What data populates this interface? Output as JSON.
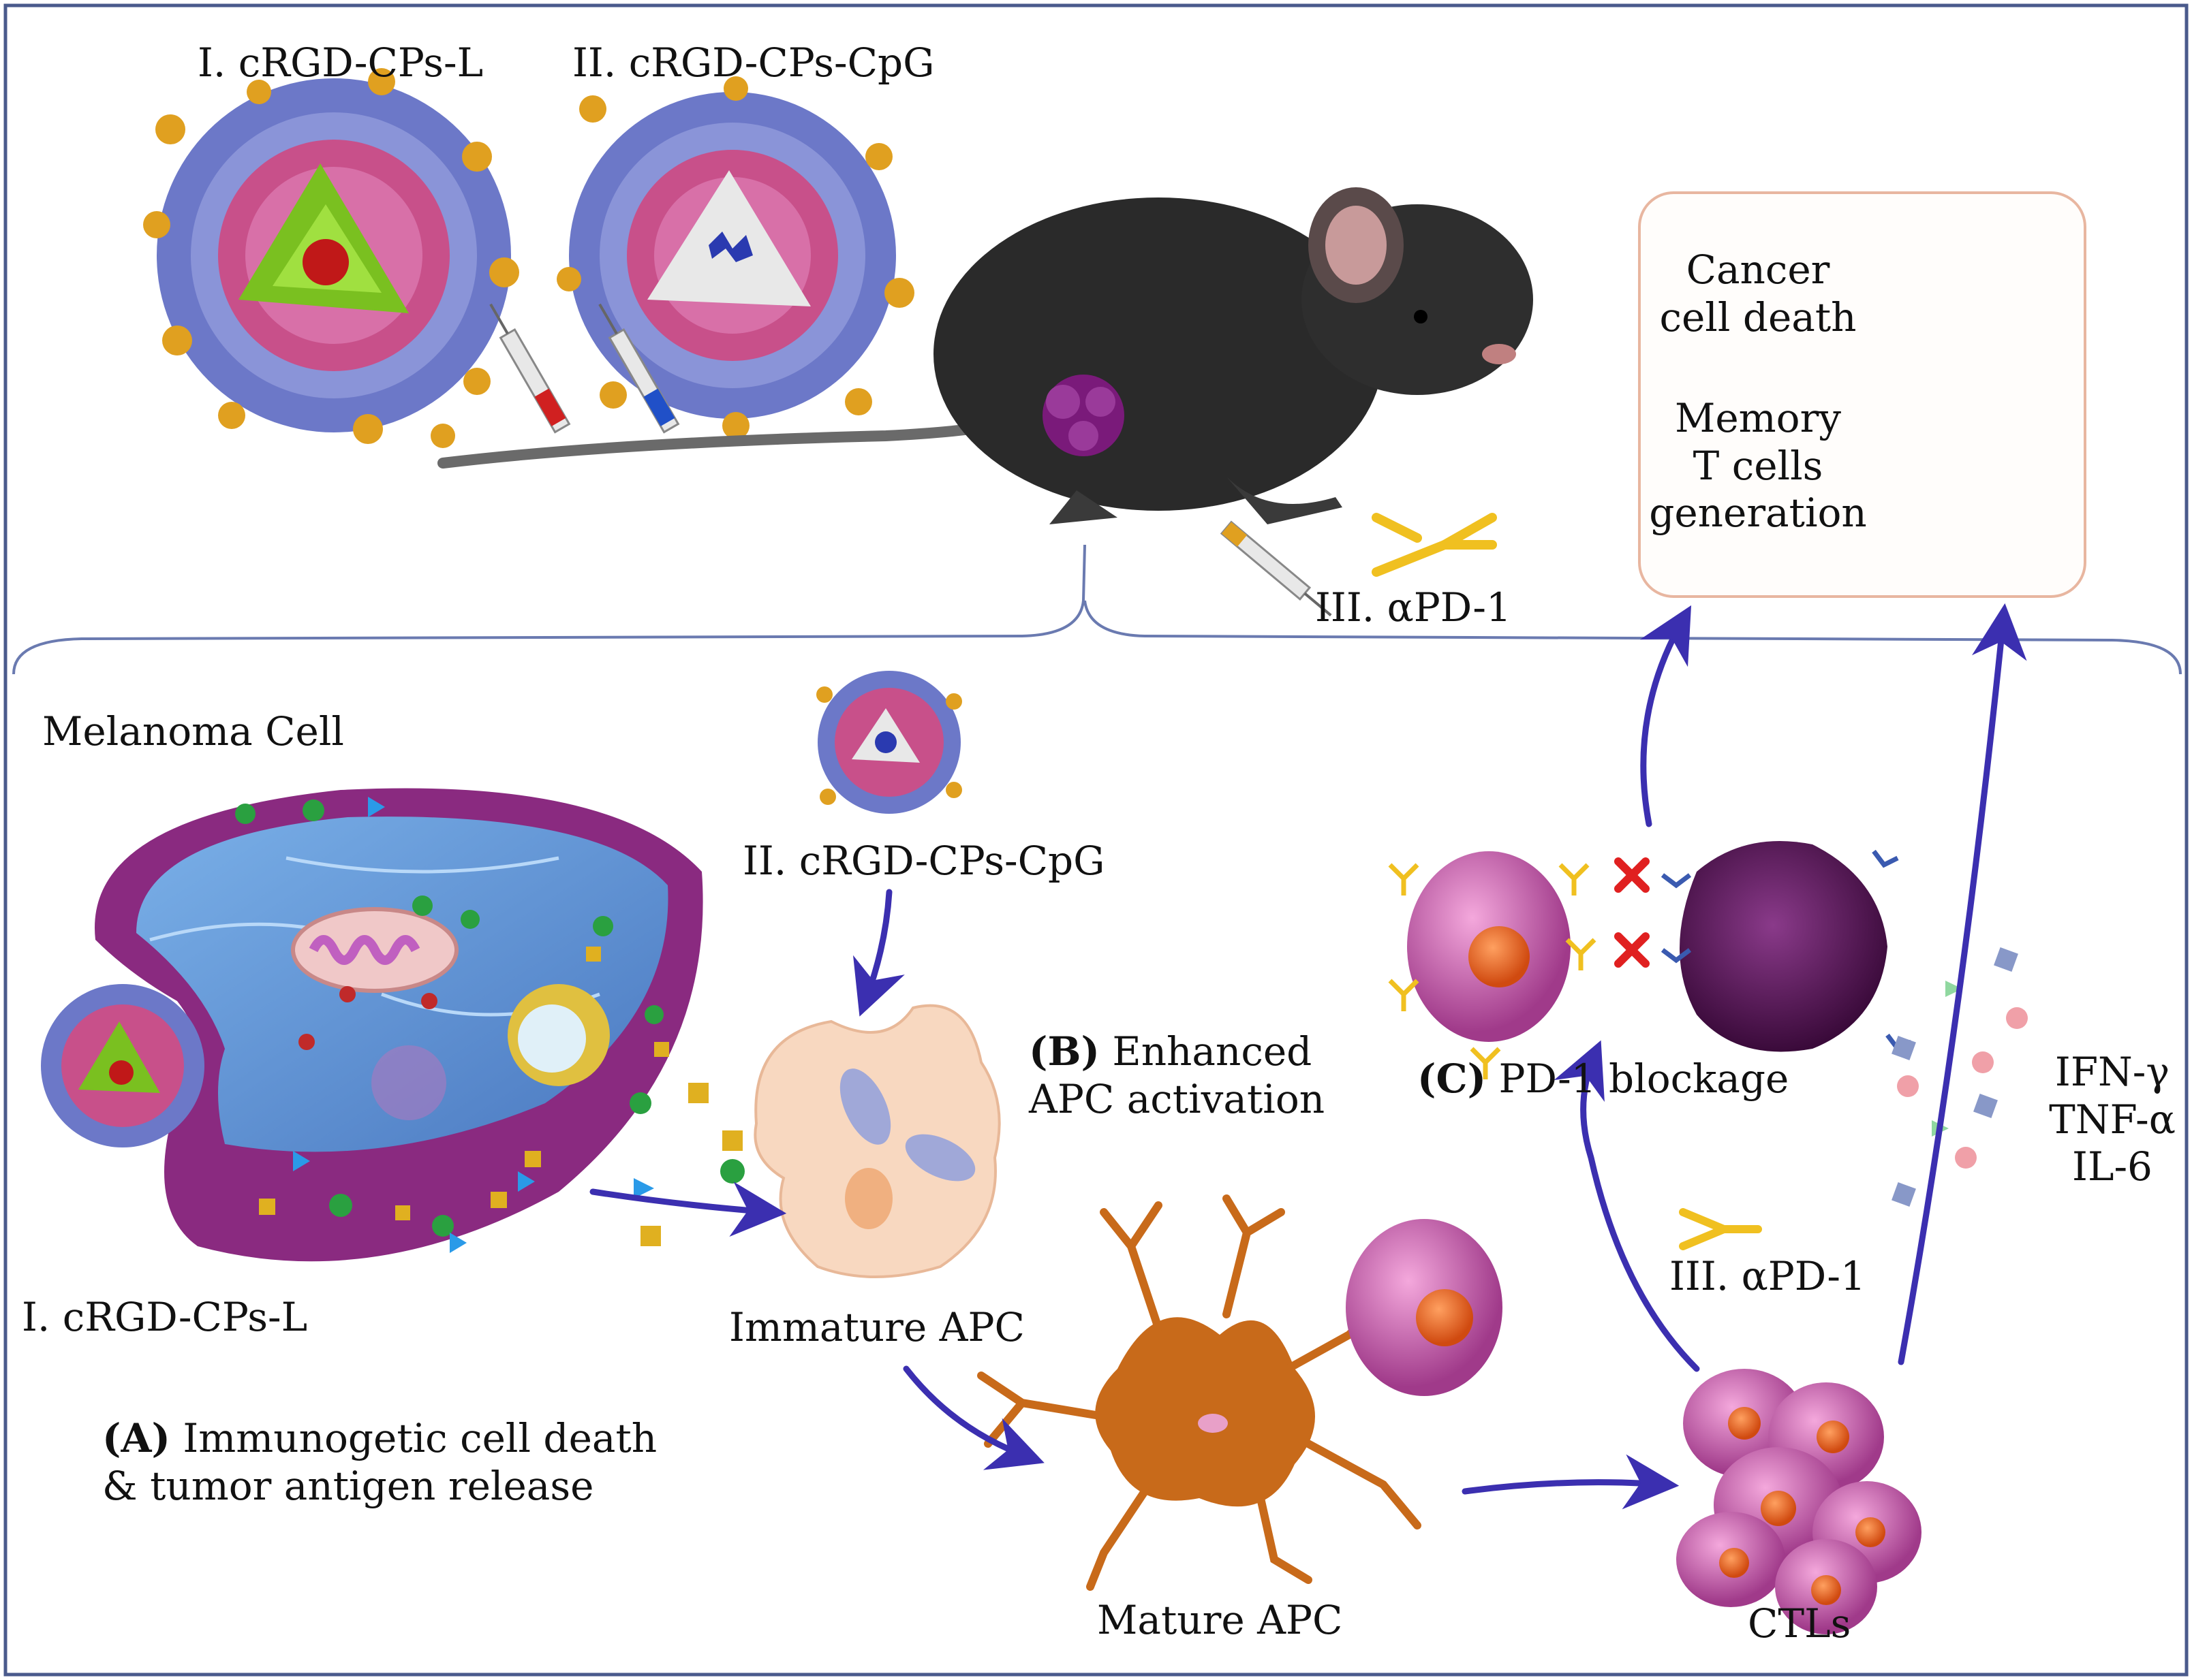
{
  "labels": {
    "np_liposome": "I. cRGD-CPs-L",
    "np_cpg": "II. cRGD-CPs-CpG",
    "apd1_top": "III. αPD-1",
    "melanoma_cell": "Melanoma Cell",
    "np_cpg_lower": "II. cRGD-CPs-CpG",
    "np_liposome_lower": "I. cRGD-CPs-L",
    "immature_apc": "Immature APC",
    "mature_apc": "Mature APC",
    "ctls": "CTLs",
    "apd1_lower": "III. αPD-1"
  },
  "steps": {
    "a_letter": "(A)",
    "a_line1": "Immunogetic cell death",
    "a_line2": "& tumor antigen release",
    "b_letter": "(B)",
    "b_line1": "Enhanced",
    "b_line2": "APC activation",
    "c_letter": "(C)",
    "c_text": "PD-1 blockage"
  },
  "outcomes": {
    "cancer_line1": "Cancer",
    "cancer_line2": "cell death",
    "memory_line1": "Memory",
    "memory_line2": "T cells",
    "memory_line3": "generation"
  },
  "cytokines": [
    "IFN-γ",
    "TNF-α",
    "IL-6"
  ],
  "colors": {
    "arrow": "#3b2fb0",
    "frame": "#4a5a8c",
    "nanoparticle_shell": "#6c78c8",
    "nanoparticle_core": "#c8508a",
    "ligand": "#e0a020",
    "mouse": "#2a2a2a",
    "tumor": "#6a1a6a",
    "cell_membrane": "#8a2a80",
    "cell_interior": "#6fa0d8",
    "apc_immature": "#f8d8c0",
    "apc_mature": "#c86a1a",
    "tcell": "#d060b0",
    "antibody": "#f0c020",
    "block_x": "#e02020",
    "memory_cell": "#60b040",
    "warning": "#f0c000"
  },
  "icons": [
    "syringe-icon",
    "antibody-icon",
    "skull-warning-icon",
    "block-x-icon"
  ]
}
